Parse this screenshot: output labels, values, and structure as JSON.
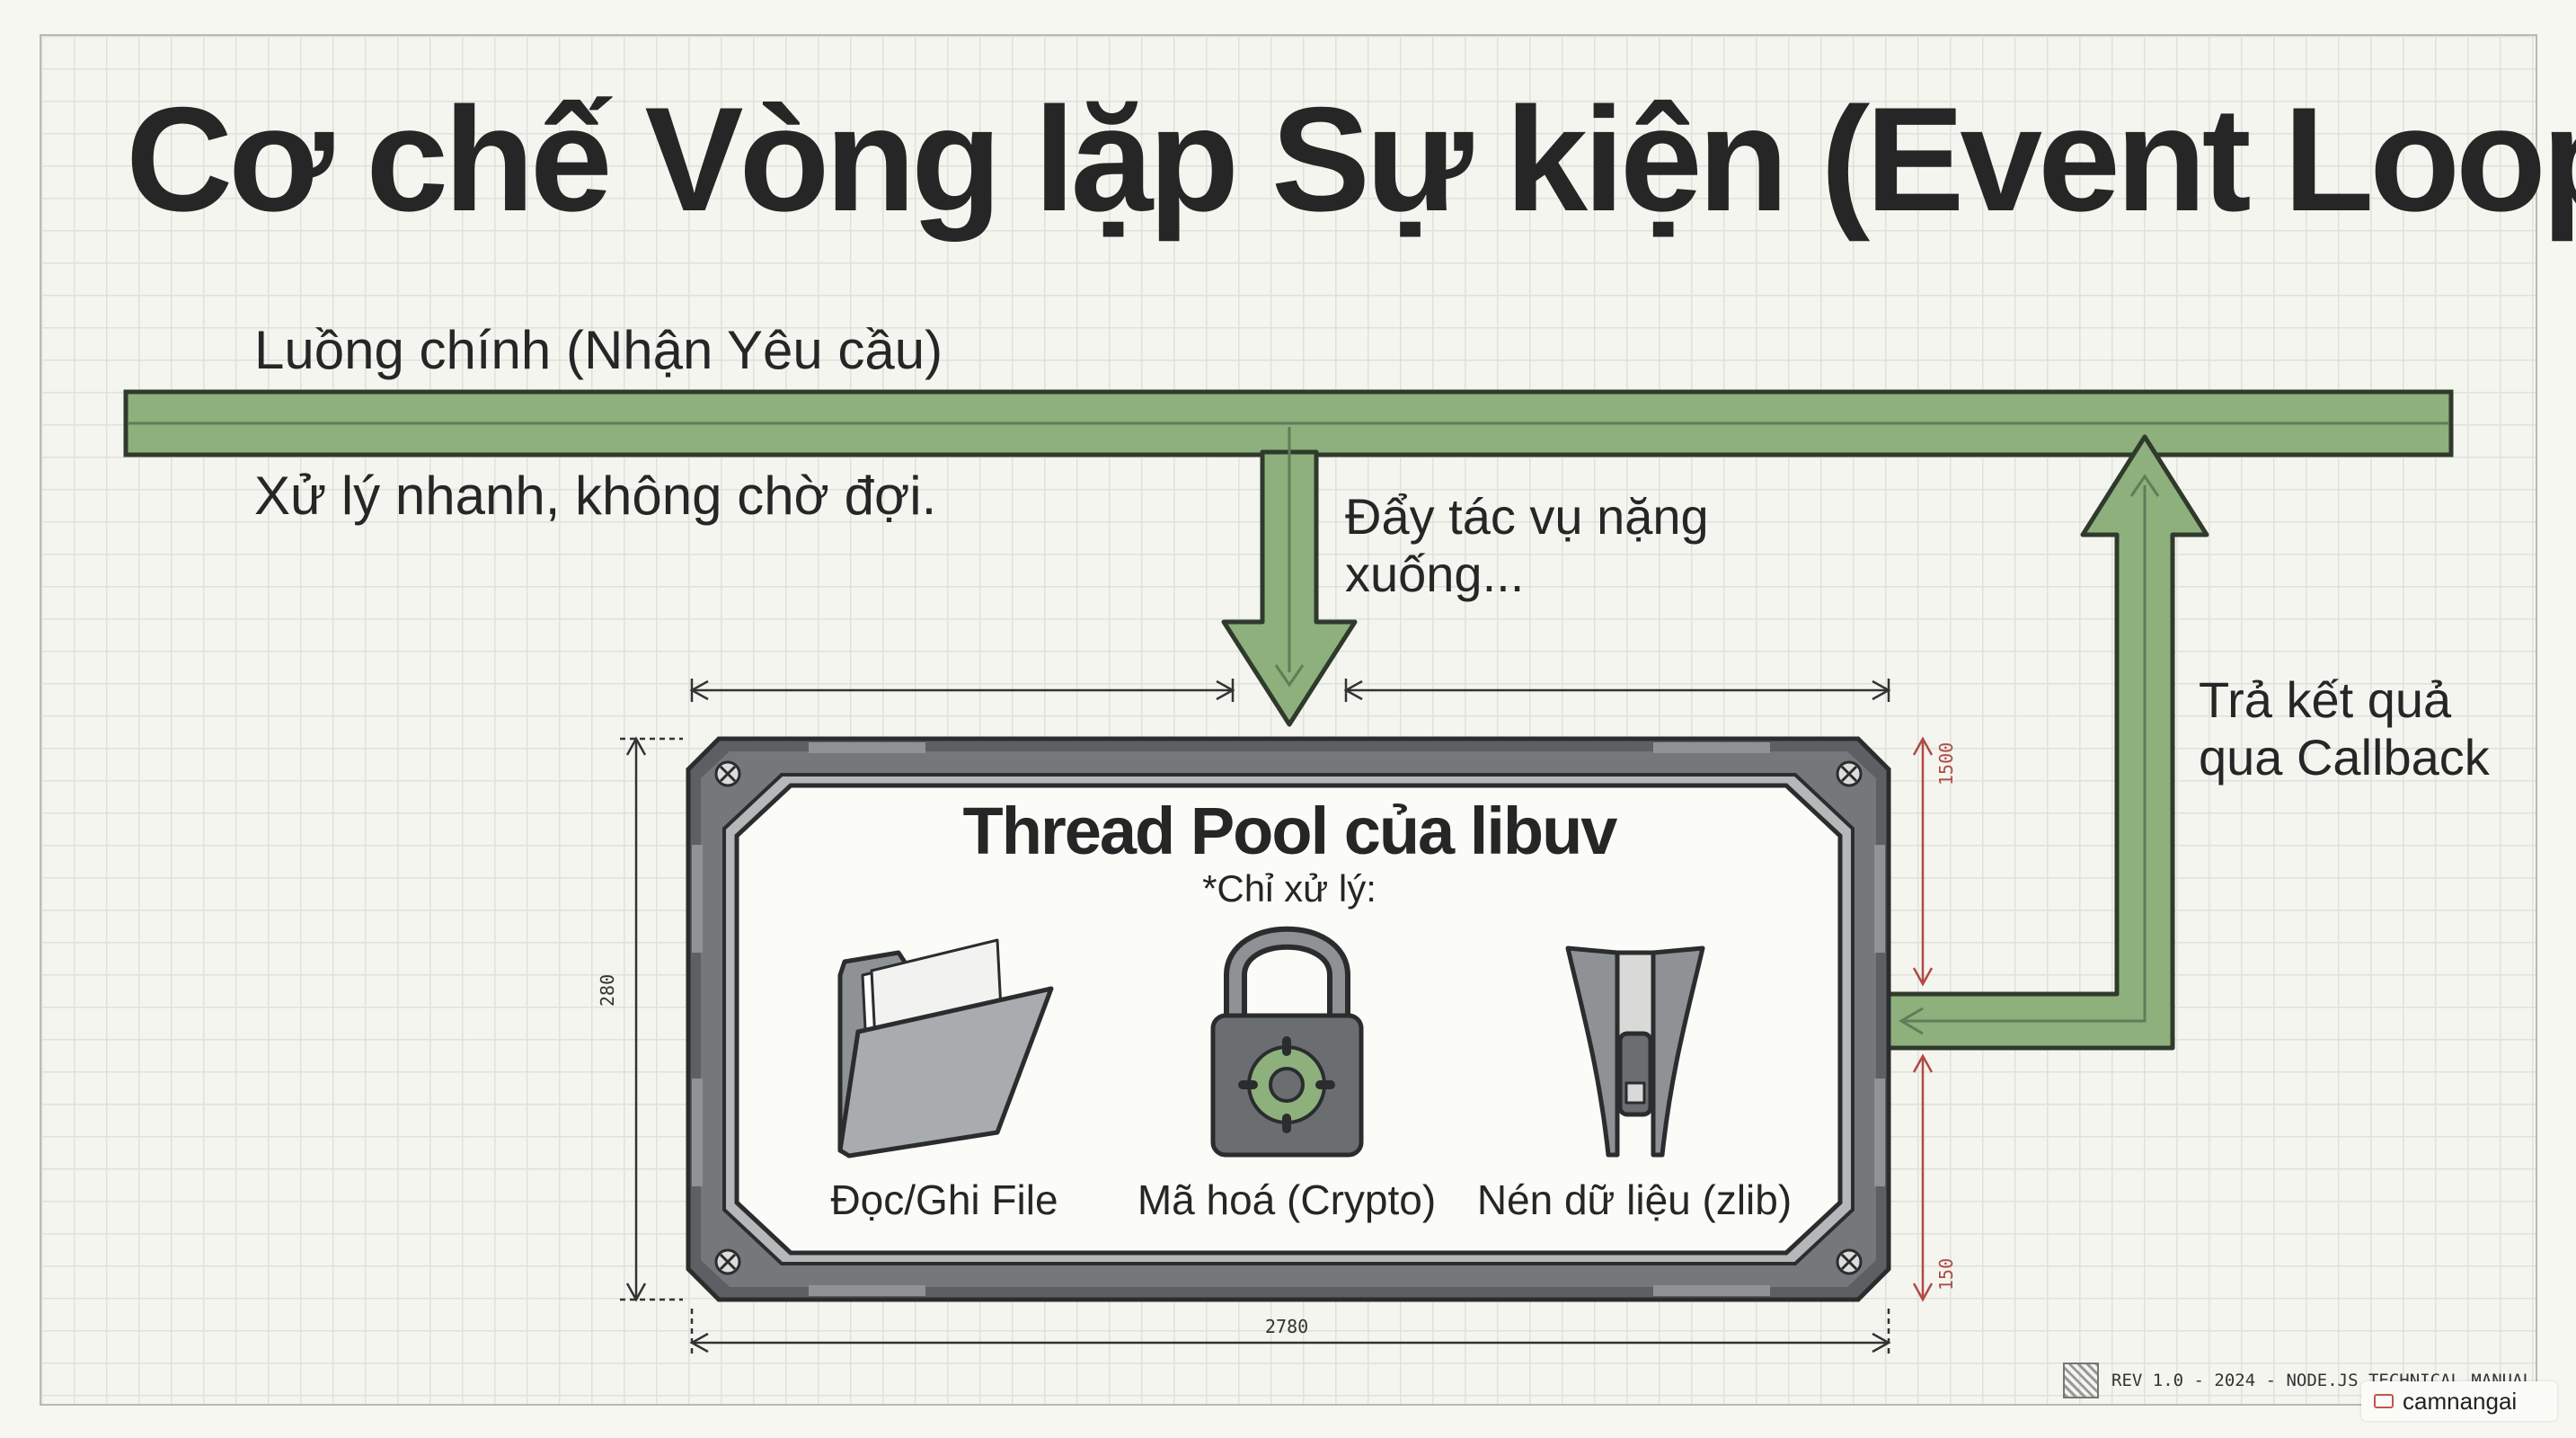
{
  "title": "Cơ chế Vòng lặp Sự kiện (Event Loop)",
  "main_thread": {
    "label": "Luồng chính (Nhận Yêu cầu)",
    "description": "Xử lý nhanh, không chờ đợi."
  },
  "push_arrow": {
    "label": "Đẩy tác vụ nặng xuống..."
  },
  "return_arrow": {
    "label": "Trả kết quả qua Callback"
  },
  "thread_pool": {
    "title": "Thread Pool của libuv",
    "subtitle": "*Chỉ xử lý:",
    "tasks": [
      {
        "icon": "folder-icon",
        "label": "Đọc/Ghi File"
      },
      {
        "icon": "padlock-gear-icon",
        "label": "Mã hoá (Crypto)"
      },
      {
        "icon": "zipper-icon",
        "label": "Nén dữ liệu (zlib)"
      }
    ]
  },
  "dimensions": {
    "width": "2780",
    "height": "280",
    "top_right": "1500",
    "bottom_right": "150"
  },
  "footer": {
    "text": "REV 1.0 - 2024 - NODE.JS TECHNICAL MANUAL"
  },
  "watermark": {
    "text": "camnangai"
  },
  "colors": {
    "arrow_fill": "#8db07c",
    "arrow_stroke": "#2f3a2c",
    "frame": "#55595c",
    "dim_red": "#b04a45"
  }
}
